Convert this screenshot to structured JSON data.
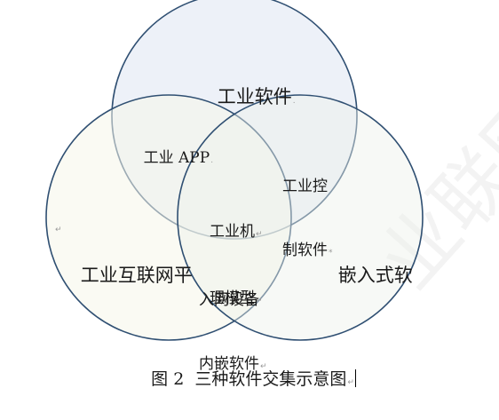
{
  "labels": {
    "top": "工业软件",
    "app": "工业 APP",
    "control_1": "工业控",
    "control_2": "制软件",
    "center_1": "工业机",
    "center_2": "理模型",
    "left": "工业互联网平",
    "bottom_1": "入网设备",
    "bottom_2": "内嵌软件",
    "right": "嵌入式软"
  },
  "caption": "图 2  三种软件交集示意图",
  "watermark": "业联网",
  "marks": {
    "paragraph": "↵"
  },
  "colors": {
    "circle_stroke": "#2f4f72",
    "top_fill": "#e9eef8",
    "left_fill": "#f7f7ec",
    "right_fill": "#f4f6ef",
    "text": "#1a1a1a"
  }
}
